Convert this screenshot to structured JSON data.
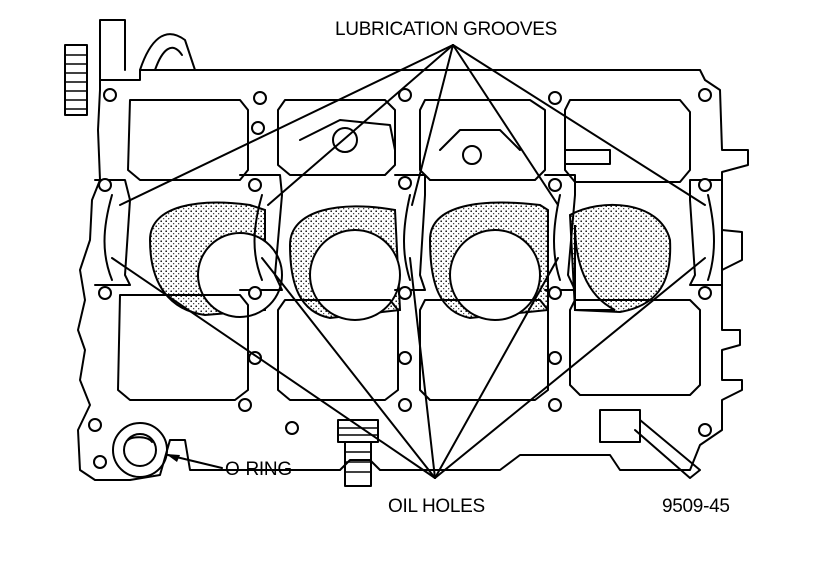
{
  "labels": {
    "top_callout": "LUBRICATION GROOVES",
    "bottom_callout": "OIL HOLES",
    "side_callout": "O-RING",
    "figure_number": "9509-45"
  },
  "colors": {
    "ink": "#000000",
    "paper": "#ffffff"
  }
}
